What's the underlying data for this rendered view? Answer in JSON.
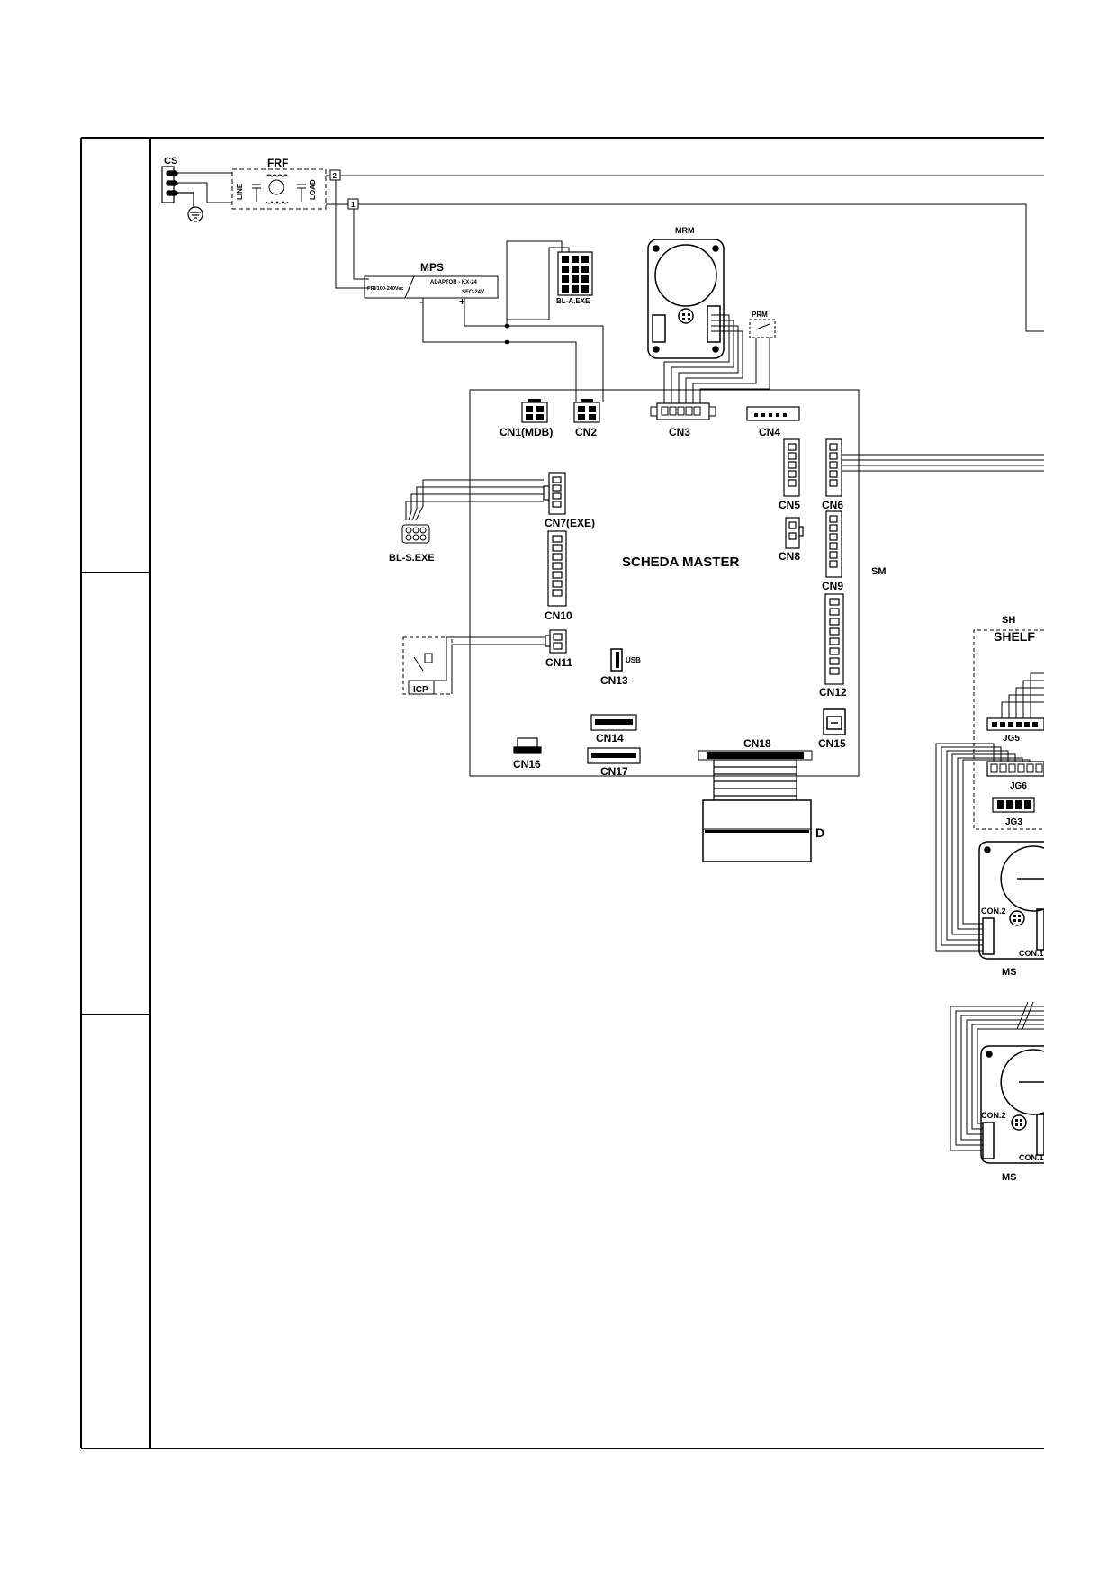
{
  "diagram": {
    "labels": {
      "cs": "CS",
      "frf": "FRF",
      "frf_line": "LINE",
      "frf_load": "LOAD",
      "term2": "2",
      "term1": "1",
      "mps": "MPS",
      "mps_adaptor": "ADAPTOR - KX-24",
      "mps_pri": "PRI/100-240Vac",
      "mps_sec": "SEC-24V",
      "mps_minus": "-",
      "mps_plus": "+",
      "bla": "BL-A.EXE",
      "mrm": "MRM",
      "prm": "PRM",
      "board": "SCHEDA MASTER",
      "sm": "SM",
      "cn1": "CN1(MDB)",
      "cn2": "CN2",
      "cn3": "CN3",
      "cn4": "CN4",
      "cn5": "CN5",
      "cn6": "CN6",
      "cn7": "CN7(EXE)",
      "cn8": "CN8",
      "cn9": "CN9",
      "cn10": "CN10",
      "cn11": "CN11",
      "cn12": "CN12",
      "cn13": "CN13",
      "usb": "USB",
      "cn14": "CN14",
      "cn15": "CN15",
      "cn16": "CN16",
      "cn17": "CN17",
      "cn18": "CN18",
      "bls": "BL-S.EXE",
      "icp": "ICP",
      "d": "D",
      "sh": "SH",
      "shelf": "SHELF",
      "jg5": "JG5",
      "jg6": "JG6",
      "jg3": "JG3",
      "con2_a": "CON.2",
      "con1_a": "CON.1",
      "ms_a": "MS",
      "con2_b": "CON.2",
      "con1_b": "CON.1",
      "ms_b": "MS"
    }
  }
}
